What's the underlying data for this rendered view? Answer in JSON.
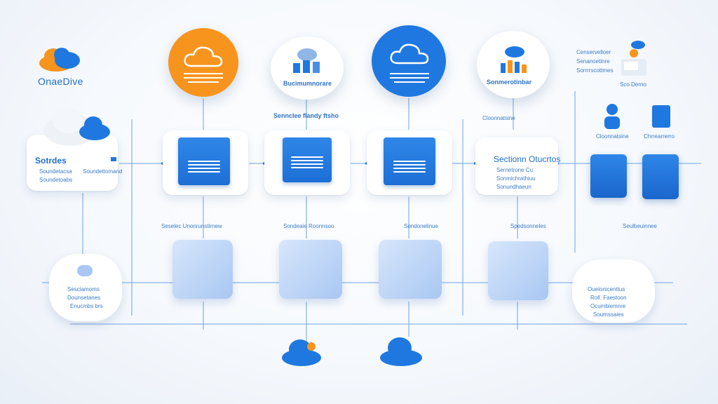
{
  "logo": {
    "text": "OnaeDive"
  },
  "colors": {
    "accent_blue": "#1f78e0",
    "accent_orange": "#f7941d",
    "line_blue": "#6aa4e6"
  },
  "source": {
    "title": "Sotrdes",
    "lines": [
      "Sotrdes",
      "Soundetacsa",
      "Soundetoabs"
    ],
    "tag": "Soundettomand"
  },
  "stage1": {
    "caption": "Sennclee flandy ftsho"
  },
  "stage2": {
    "label": "Bucimumnorare"
  },
  "stage4": {
    "title": "Sectionn Otucrtos",
    "lines": [
      "Sernetrone Cu",
      "Sonmichrathiuu",
      "Sonundhaeun"
    ]
  },
  "stage5": {
    "label": "Sonmerotinbar"
  },
  "top_right": {
    "lines": [
      "Censervelloer",
      "Senanoetinre",
      "Sorrrrscottmes"
    ],
    "label": "Sco Derno"
  },
  "right_labels": {
    "left": "Cloonnatsine",
    "right": "Chrrearrerro"
  },
  "mid_captions": [
    "Seselec Unonrunstirnew",
    "Sondeaie Roonnsoo",
    "Sondonelinue",
    "Spedsonneles",
    "Seulbeuinnee"
  ],
  "bottom_left": {
    "lines": [
      "Sesciamoms",
      "Dounsetanes",
      "Enucmbs brs"
    ]
  },
  "bottom_right": {
    "lines": [
      "Ouelonicenttus",
      "Roll. Faestoon",
      "Ocumbiemnre",
      "Soumssaies"
    ]
  }
}
